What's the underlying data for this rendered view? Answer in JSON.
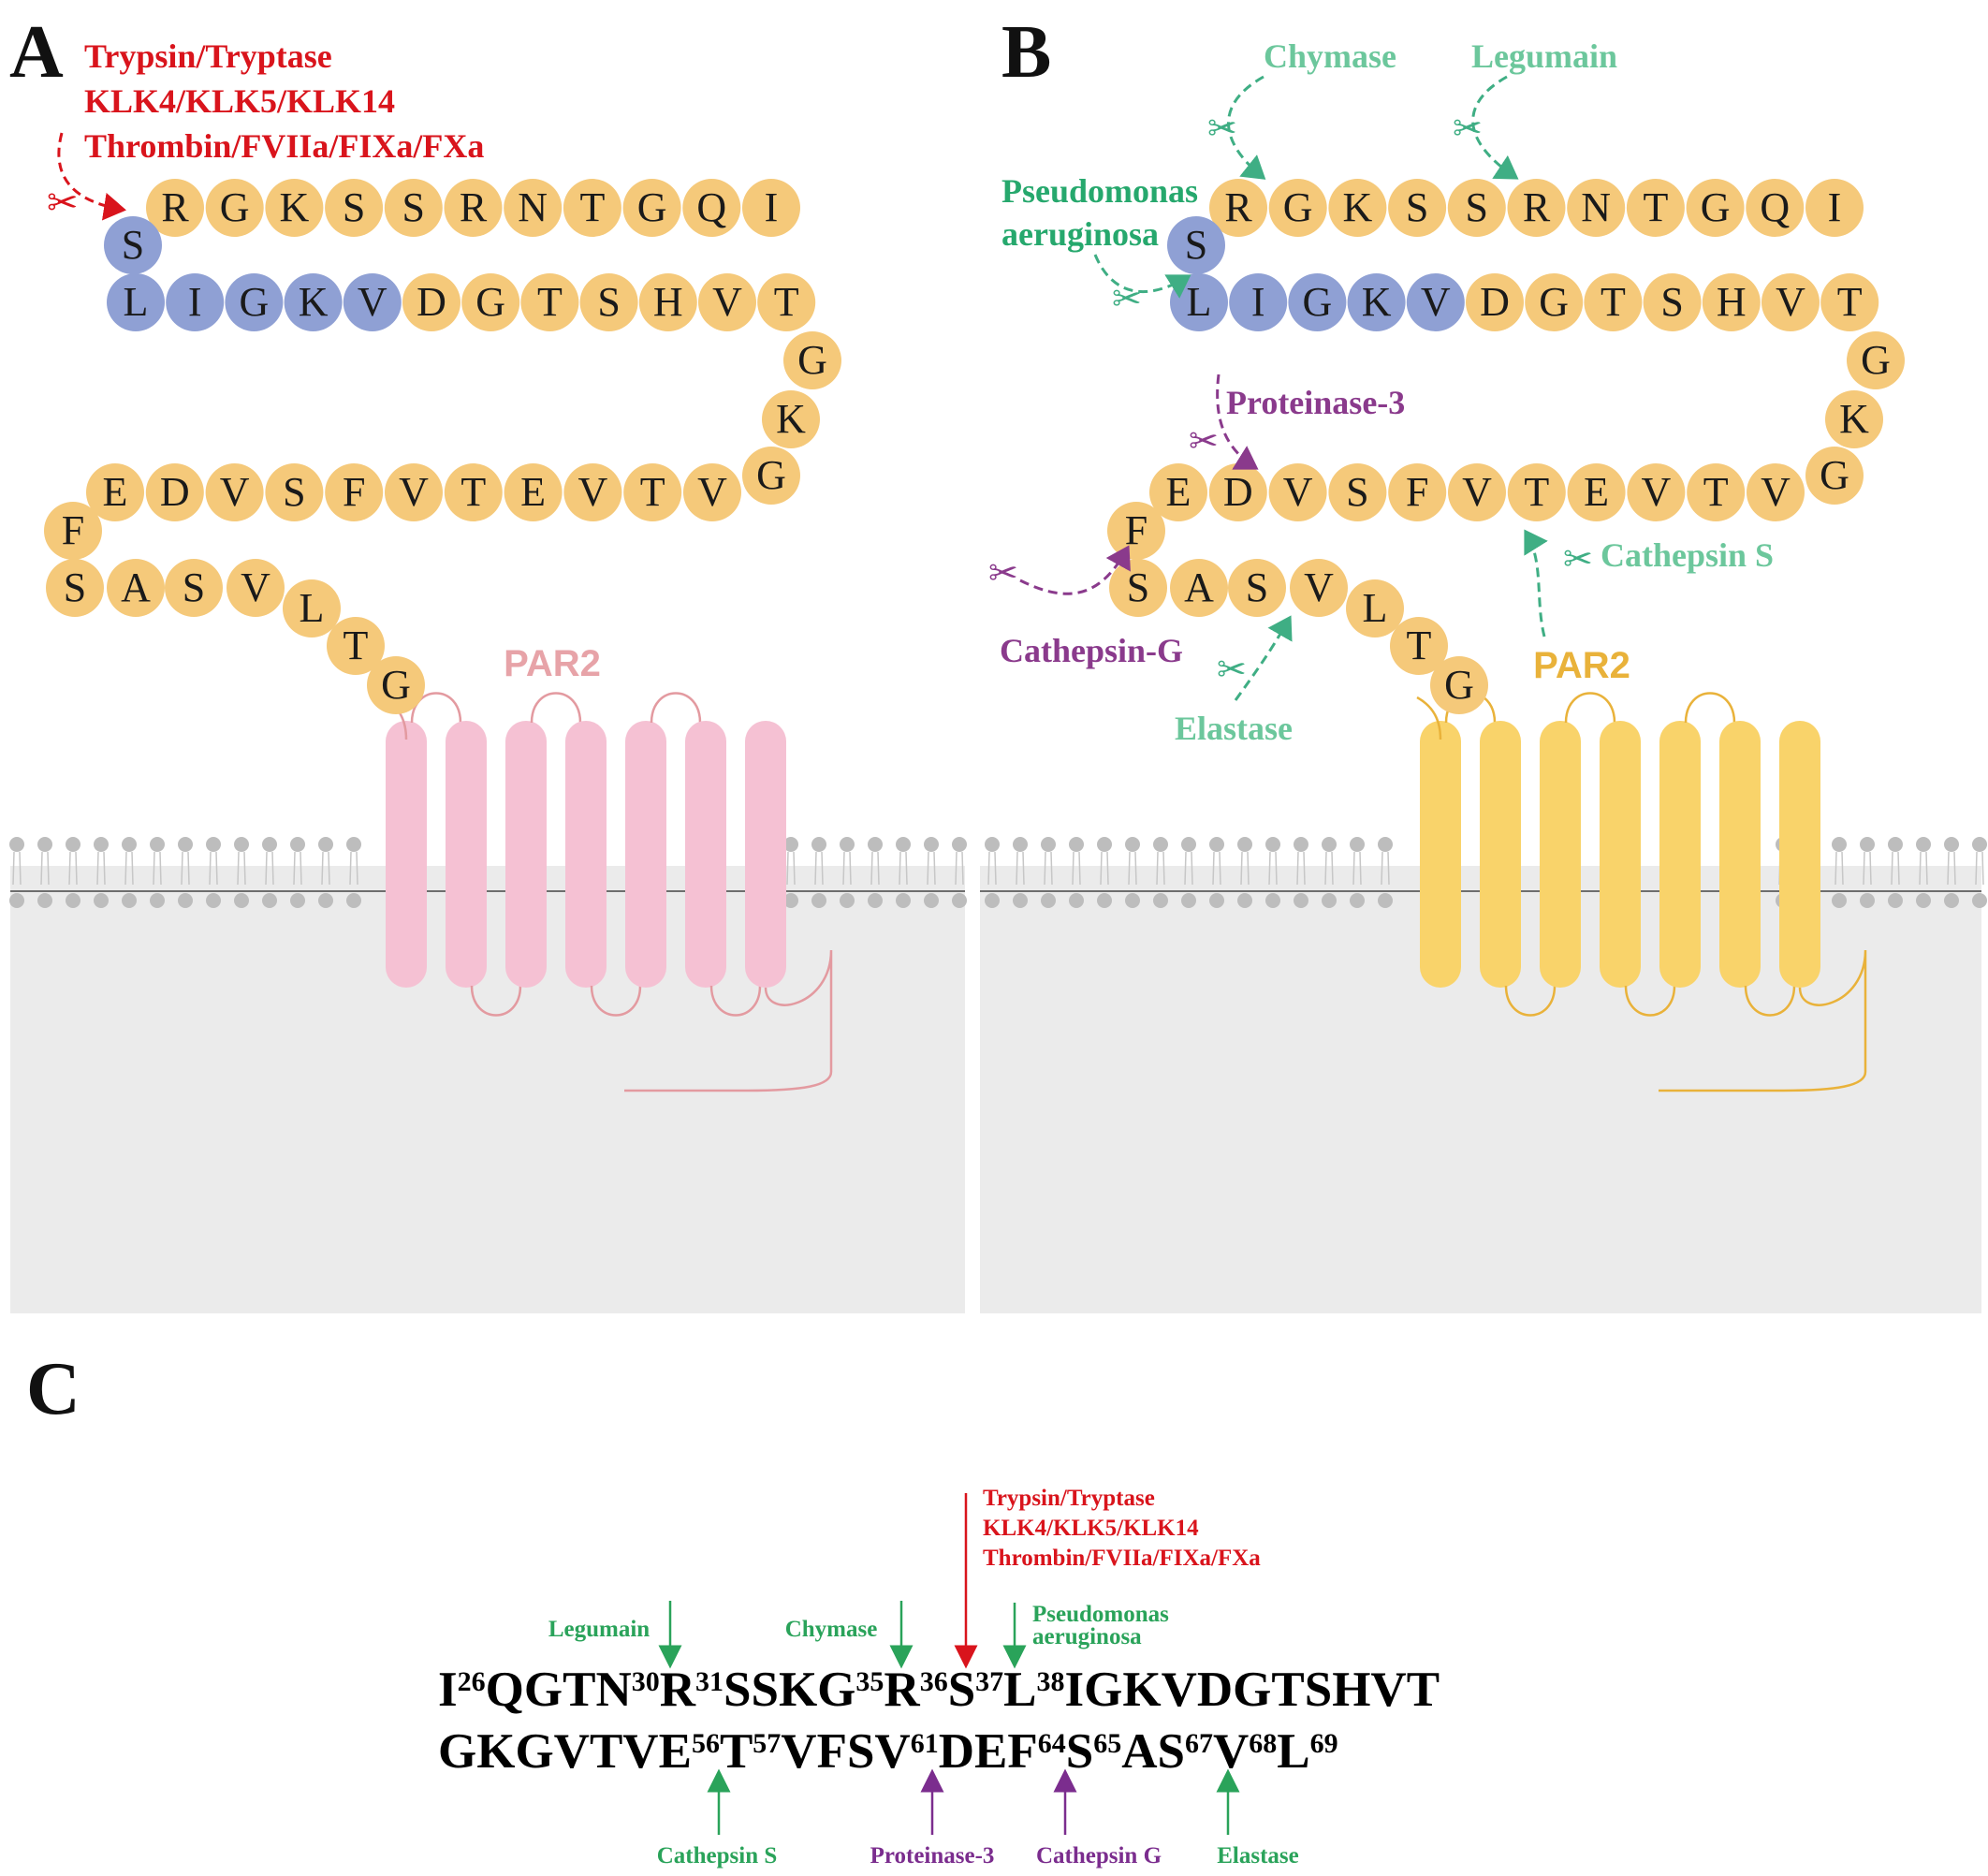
{
  "panels": {
    "a": {
      "letter": "A",
      "receptor": "PAR2",
      "receptor_color": "#f5c1d3",
      "receptor_line_color": "#e39aa0",
      "proteases": [
        "Trypsin/Tryptase",
        "KLK4/KLK5/KLK14",
        "Thrombin/FVIIa/FIXa/FXa"
      ]
    },
    "b": {
      "letter": "B",
      "receptor": "PAR2",
      "receptor_color": "#f9d36a",
      "receptor_line_color": "#e9b23a",
      "chymase": "Chymase",
      "legumain": "Legumain",
      "pseudomonas": [
        "Pseudomonas",
        "aeruginosa"
      ],
      "proteinase3": "Proteinase-3",
      "cathepsin_g": "Cathepsin-G",
      "cathepsin_s": "Cathepsin S",
      "elastase": "Elastase"
    },
    "c": {
      "letter": "C",
      "top_labels": {
        "legumain": "Legumain",
        "chymase": "Chymase",
        "trypsin": [
          "Trypsin/Tryptase",
          "KLK4/KLK5/KLK14",
          "Thrombin/FVIIa/FIXa/FXa"
        ],
        "pseudomonas": [
          "Pseudomonas",
          "aeruginosa"
        ]
      },
      "bottom_labels": {
        "cathepsin_s": "Cathepsin S",
        "proteinase3": "Proteinase-3",
        "cathepsin_g": "Cathepsin G",
        "elastase": "Elastase"
      }
    }
  },
  "sequence": {
    "row1": [
      "R",
      "G",
      "K",
      "S",
      "S",
      "R",
      "N",
      "T",
      "G",
      "Q",
      "I"
    ],
    "tether_s": "S",
    "row2": [
      "L",
      "I",
      "G",
      "K",
      "V",
      "D",
      "G",
      "T",
      "S",
      "H",
      "V",
      "T"
    ],
    "col": [
      "G",
      "K",
      "G"
    ],
    "row3": [
      "E",
      "D",
      "V",
      "S",
      "F",
      "V",
      "T",
      "E",
      "V",
      "T",
      "V"
    ],
    "f": "F",
    "row4": [
      "S",
      "A",
      "S",
      "V",
      "L",
      "T",
      "G"
    ]
  },
  "seq_line1": [
    {
      "t": "I",
      "s": "26"
    },
    {
      "t": "QGTN",
      "s": "30"
    },
    {
      "t": "R",
      "s": "31"
    },
    {
      "t": "SSKG",
      "s": "35"
    },
    {
      "t": "R",
      "s": "36"
    },
    {
      "t": "S",
      "s": "37"
    },
    {
      "t": "L",
      "s": "38"
    },
    {
      "t": "IGKVDGTSHVT",
      "s": ""
    }
  ],
  "seq_line2": [
    {
      "t": "GKGVTVE",
      "s": "56"
    },
    {
      "t": "T",
      "s": "57"
    },
    {
      "t": "VFSV",
      "s": "61"
    },
    {
      "t": "DEF",
      "s": "64"
    },
    {
      "t": "S",
      "s": "65"
    },
    {
      "t": "AS",
      "s": "67"
    },
    {
      "t": "V",
      "s": "68"
    },
    {
      "t": "L",
      "s": "69"
    }
  ],
  "colors": {
    "residue": "#f5c97a",
    "tethered": "#8fa0d4",
    "red": "#d9141c",
    "green": "#3fae84",
    "purple": "#8a3a8c",
    "membrane_bg": "#ebebeb",
    "lipid": "#bdbdbd"
  }
}
